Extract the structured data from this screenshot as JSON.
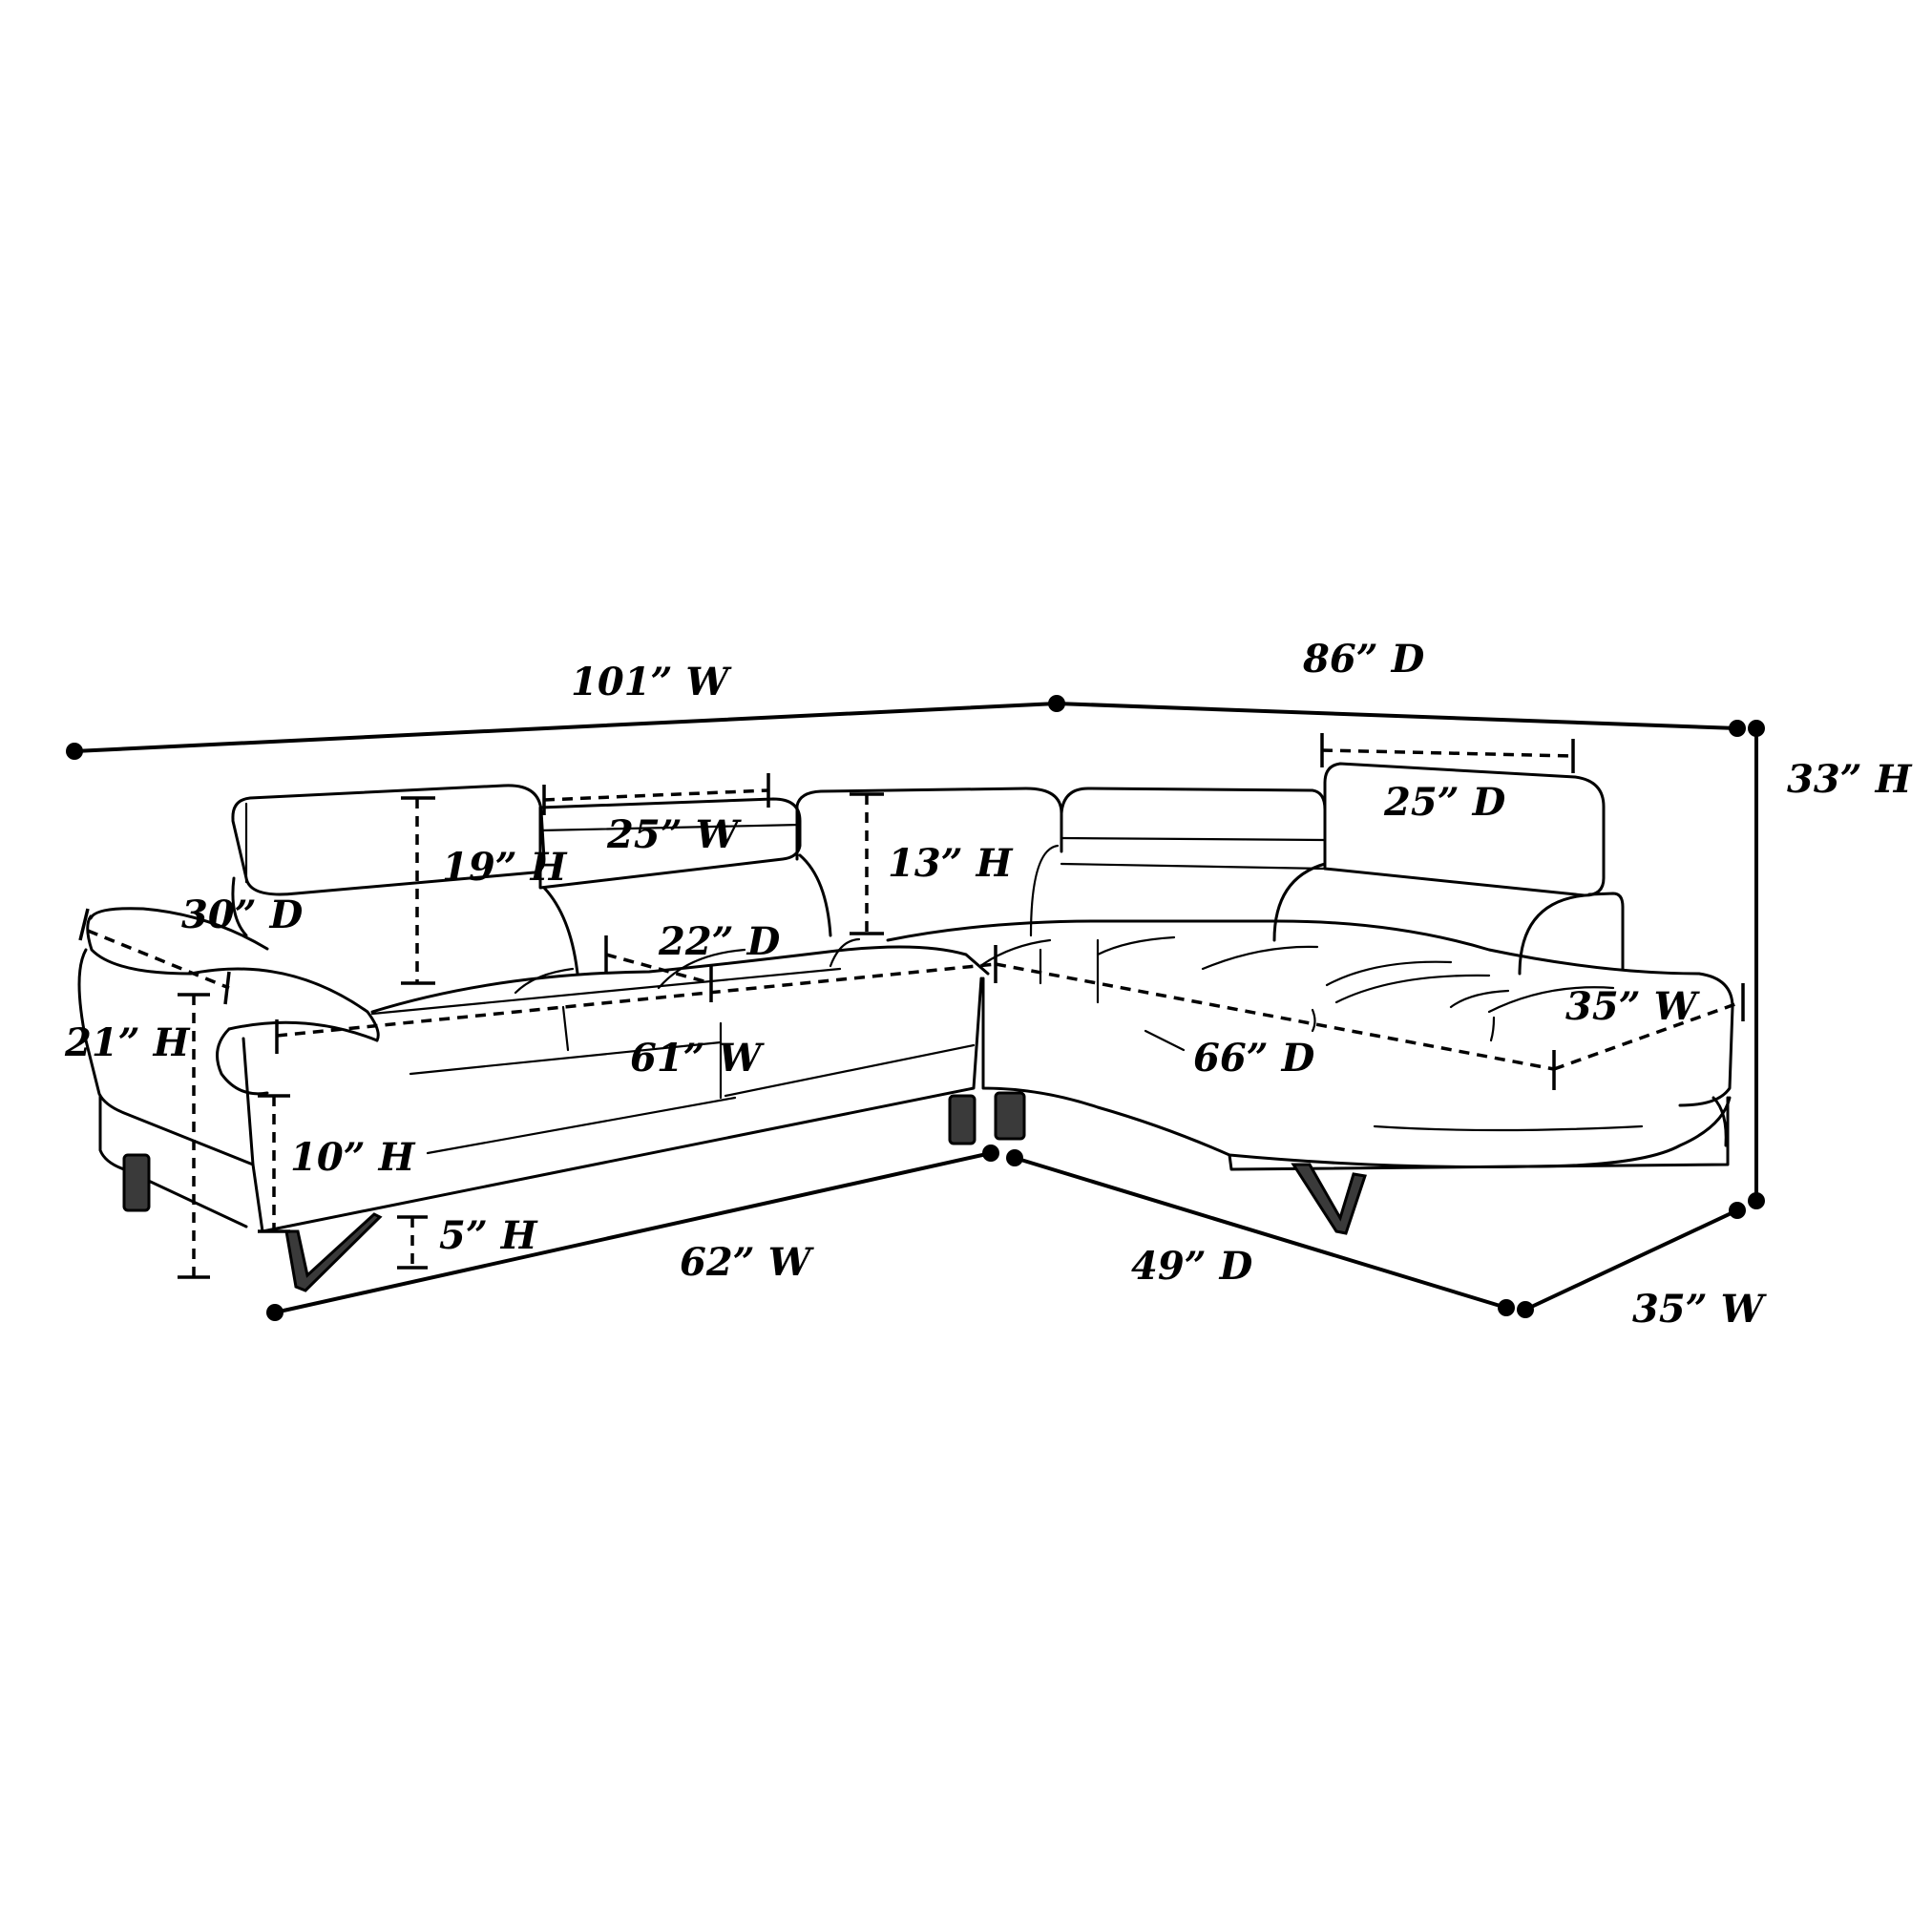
{
  "labels": {
    "overall_width": "101” W",
    "overall_depth": "86” D",
    "overall_height": "33” H",
    "headrest_height": "19” H",
    "headrest_width": "25” W",
    "headrest_depth": "25” D",
    "back_height": "13” H",
    "arm_depth": "30” D",
    "seat_depth": "22” D",
    "seat_width": "61” W",
    "chaise_seat_depth": "66” D",
    "chaise_seat_width": "35” W",
    "arm_height": "21” H",
    "seat_height": "10” H",
    "leg_height": "5” H",
    "base_width": "62” W",
    "base_depth": "49” D",
    "chaise_base_width": "35” W"
  }
}
